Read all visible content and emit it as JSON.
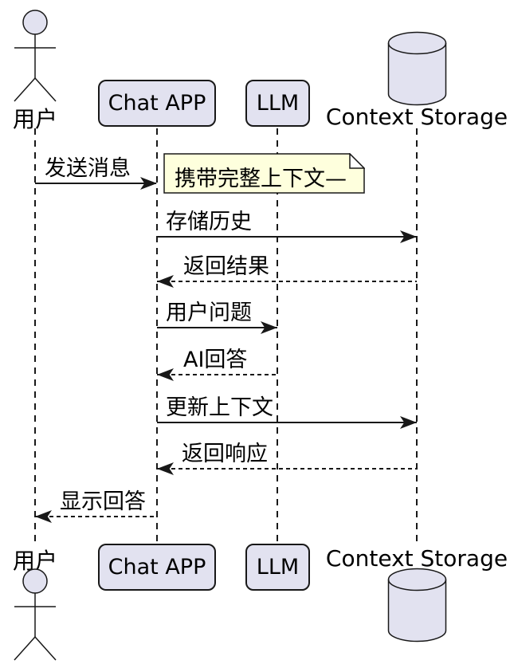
{
  "diagram": {
    "type": "plantuml-sequence",
    "participants": [
      {
        "name": "用户",
        "kind": "actor"
      },
      {
        "name": "Chat APP",
        "kind": "participant"
      },
      {
        "name": "LLM",
        "kind": "participant"
      },
      {
        "name": "Context Storage",
        "kind": "database"
      }
    ],
    "messages": [
      {
        "from": "用户",
        "to": "Chat APP",
        "label": "发送消息",
        "style": "solid"
      },
      {
        "from": "Chat APP",
        "to": "Context Storage",
        "label": "存储历史",
        "style": "solid"
      },
      {
        "from": "Context Storage",
        "to": "Chat APP",
        "label": "返回结果",
        "style": "dashed"
      },
      {
        "from": "Chat APP",
        "to": "LLM",
        "label": "用户问题",
        "style": "solid"
      },
      {
        "from": "LLM",
        "to": "Chat APP",
        "label": "AI回答",
        "style": "dashed"
      },
      {
        "from": "Chat APP",
        "to": "Context Storage",
        "label": "更新上下文",
        "style": "solid"
      },
      {
        "from": "Context Storage",
        "to": "Chat APP",
        "label": "返回响应",
        "style": "dashed"
      },
      {
        "from": "Chat APP",
        "to": "用户",
        "label": "显示回答",
        "style": "dashed"
      }
    ],
    "note": {
      "text": "携带完整上下文—",
      "attached_to": "Chat APP"
    },
    "colors": {
      "participant_fill": "#E2E2F0",
      "border": "#181818",
      "note_fill": "#FEFFDD",
      "background": "#FFFFFF",
      "text": "#000000"
    }
  }
}
